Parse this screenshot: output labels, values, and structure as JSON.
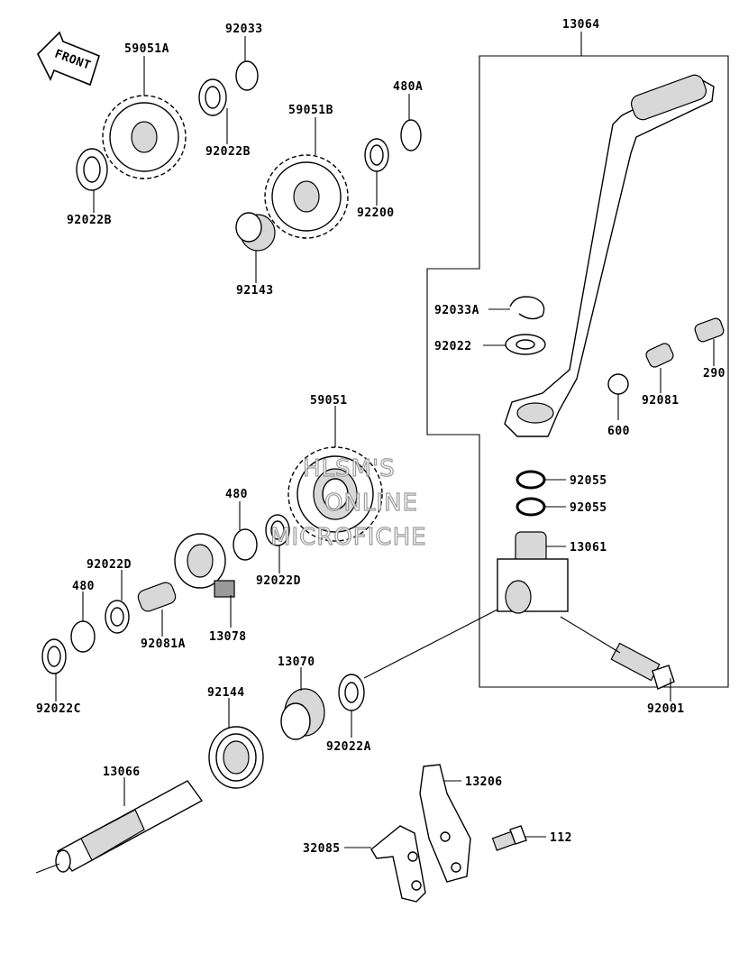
{
  "front_badge": {
    "text": "FRONT"
  },
  "watermark": {
    "line1": "HLSM'S",
    "line2": "ONLINE",
    "line3": "MICROFICHE"
  },
  "labels": {
    "p13064": "13064",
    "p59051A": "59051A",
    "p92033": "92033",
    "p92022B_top": "92022B",
    "p92022B_left": "92022B",
    "p59051B": "59051B",
    "p480A": "480A",
    "p92200": "92200",
    "p92143": "92143",
    "p92033A": "92033A",
    "p92022": "92022",
    "p290": "290",
    "p92081": "92081",
    "p600": "600",
    "p59051": "59051",
    "p92055_a": "92055",
    "p92055_b": "92055",
    "p13061": "13061",
    "p480_mid": "480",
    "p92022D_right": "92022D",
    "p92022D_left": "92022D",
    "p480_left": "480",
    "p92081A": "92081A",
    "p13078": "13078",
    "p92022C": "92022C",
    "p13070": "13070",
    "p92144": "92144",
    "p92022A": "92022A",
    "p92001": "92001",
    "p13066": "13066",
    "p13206": "13206",
    "p112": "112",
    "p32085": "32085"
  }
}
